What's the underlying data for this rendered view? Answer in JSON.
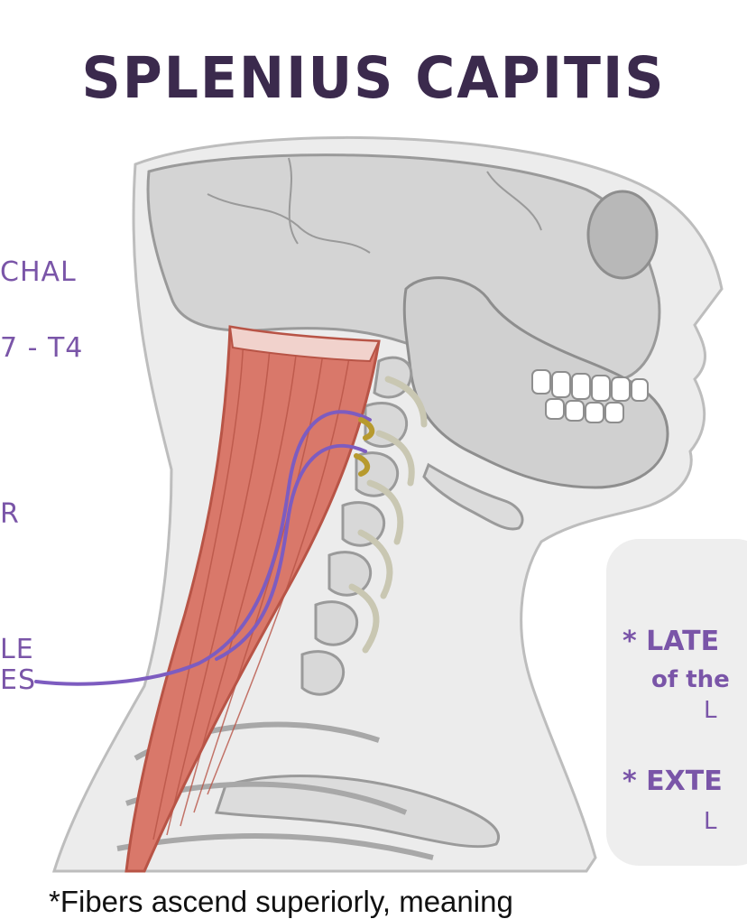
{
  "title": "SPLENIUS CAPITIS",
  "left_notes": {
    "line1": "CHAL",
    "line2": "7 - T4",
    "line3": "R",
    "line4a": "LE",
    "line4b": "ES"
  },
  "right_panel": {
    "item1": "* LATE",
    "item1_sub": "of the",
    "item1_mark": "L",
    "item2": "* EXTE",
    "item2_mark": "L"
  },
  "caption": "*Fibers ascend superiorly, meaning",
  "colors": {
    "title": "#3b2a4d",
    "handwriting": "#7a55a8",
    "muscle": "#d9786a",
    "nerve": "#7d5cc0",
    "bone": "#dcdcdc",
    "skin": "#e9e9e9"
  }
}
